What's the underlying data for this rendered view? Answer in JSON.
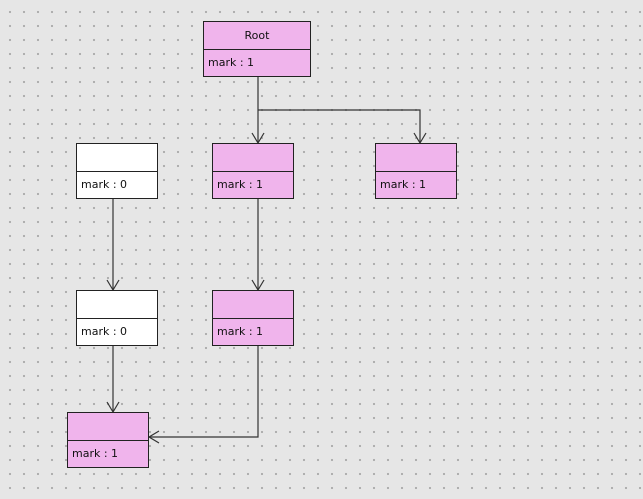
{
  "nodes": [
    {
      "id": "root",
      "title": "Root",
      "attr": "mark : 1",
      "fill": "#f0b4ec"
    },
    {
      "id": "a",
      "title": "",
      "attr": "mark : 1",
      "fill": "#f0b4ec"
    },
    {
      "id": "b",
      "title": "",
      "attr": "mark : 1",
      "fill": "#f0b4ec"
    },
    {
      "id": "w1",
      "title": "",
      "attr": "mark : 0",
      "fill": "#ffffff"
    },
    {
      "id": "c",
      "title": "",
      "attr": "mark : 1",
      "fill": "#f0b4ec"
    },
    {
      "id": "w2",
      "title": "",
      "attr": "mark : 0",
      "fill": "#ffffff"
    },
    {
      "id": "d",
      "title": "",
      "attr": "mark : 1",
      "fill": "#f0b4ec"
    }
  ],
  "edges": [
    {
      "from": "root",
      "to": "a"
    },
    {
      "from": "root",
      "to": "b"
    },
    {
      "from": "a",
      "to": "c"
    },
    {
      "from": "w1",
      "to": "w2"
    },
    {
      "from": "w2",
      "to": "d"
    },
    {
      "from": "c",
      "to": "d"
    }
  ]
}
